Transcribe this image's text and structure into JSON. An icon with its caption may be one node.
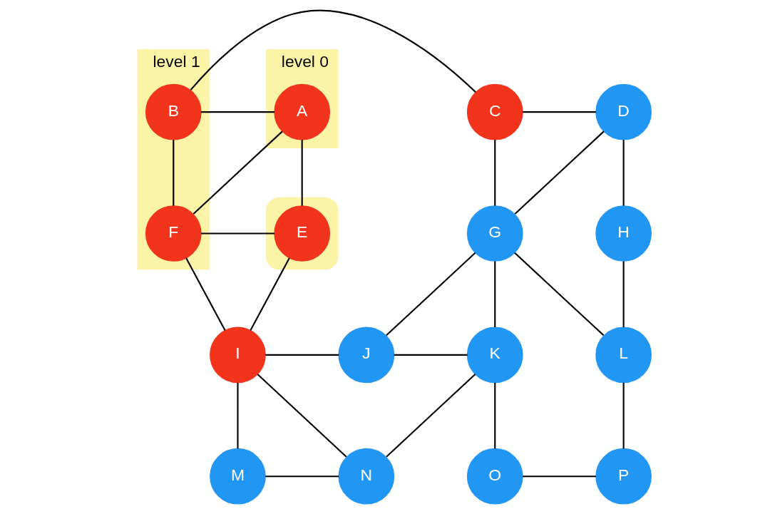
{
  "diagram": {
    "nodes": [
      {
        "text": [
          "level 0"
        ]
      },
      {
        "text": [
          "A"
        ],
        "in": 0
      },
      {
        "text": [
          "level 1"
        ]
      },
      {
        "text": [
          "B"
        ],
        "in": 2
      },
      {
        "text": [
          "C"
        ]
      },
      {
        "text": [
          "D"
        ]
      },
      {
        "text": [],
        "shape": "box"
      },
      {
        "text": [
          "E"
        ],
        "in": 6
      },
      {
        "text": [
          "F"
        ],
        "in": 2
      },
      {
        "text": [
          "G"
        ]
      },
      {
        "text": [
          "H"
        ]
      },
      {
        "text": [
          "I"
        ]
      },
      {
        "text": [
          "J"
        ]
      },
      {
        "text": [
          "K"
        ]
      },
      {
        "text": [
          "L"
        ]
      },
      {
        "text": [
          "M"
        ]
      },
      {
        "text": [
          "N"
        ]
      },
      {
        "text": [
          "O"
        ]
      },
      {
        "text": [
          "P"
        ]
      }
    ],
    "edges": [
      {
        "from": 1,
        "to": 3,
        "arrow": "none"
      },
      {
        "from": 3,
        "to": 4,
        "arrow": "none"
      },
      {
        "from": 4,
        "to": 5,
        "arrow": "none"
      },
      {
        "from": 1,
        "to": 7,
        "arrow": "none"
      },
      {
        "from": 1,
        "to": 8,
        "arrow": "none"
      },
      {
        "from": 3,
        "to": 8,
        "arrow": "none"
      },
      {
        "from": 7,
        "to": 8,
        "arrow": "none"
      },
      {
        "from": 4,
        "to": 9,
        "arrow": "none"
      },
      {
        "from": 5,
        "to": 9,
        "arrow": "none"
      },
      {
        "from": 5,
        "to": 10,
        "arrow": "none"
      },
      {
        "from": 7,
        "to": 11,
        "arrow": "none"
      },
      {
        "from": 8,
        "to": 11,
        "arrow": "none"
      },
      {
        "from": 9,
        "to": 12,
        "arrow": "none"
      },
      {
        "from": 9,
        "to": 13,
        "arrow": "none"
      },
      {
        "from": 9,
        "to": 14,
        "arrow": "none"
      },
      {
        "from": 10,
        "to": 14,
        "arrow": "none"
      },
      {
        "from": 11,
        "to": 12,
        "arrow": "none"
      },
      {
        "from": 12,
        "to": 13,
        "arrow": "none"
      },
      {
        "from": 11,
        "to": 15,
        "arrow": "none"
      },
      {
        "from": 11,
        "to": 16,
        "arrow": "none"
      },
      {
        "from": 13,
        "to": 16,
        "arrow": "none"
      },
      {
        "from": 13,
        "to": 17,
        "arrow": "none"
      },
      {
        "from": 14,
        "to": 18,
        "arrow": "none"
      },
      {
        "from": 15,
        "to": 16,
        "arrow": "none"
      },
      {
        "from": 17,
        "to": 18,
        "arrow": "none"
      }
    ]
  }
}
